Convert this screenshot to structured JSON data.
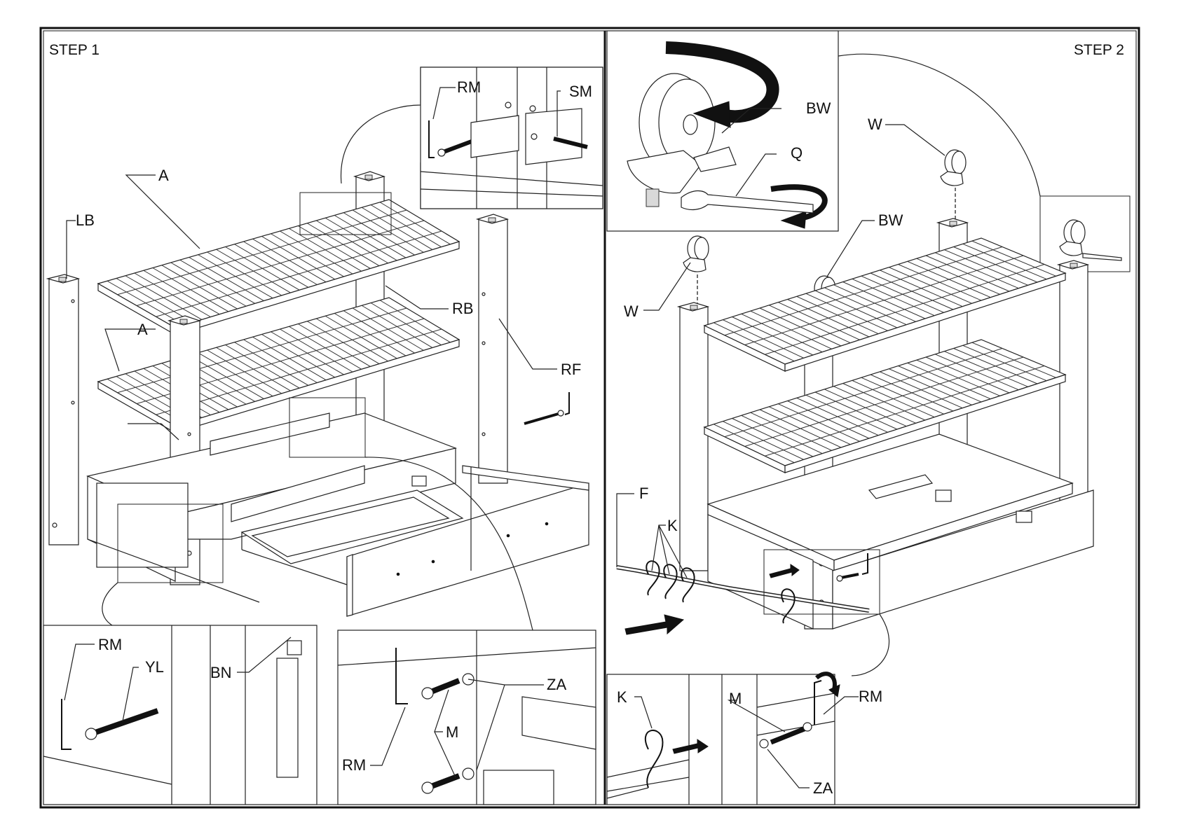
{
  "steps": {
    "step1_title": "STEP 1",
    "step2_title": "STEP 2"
  },
  "step1": {
    "labels": {
      "A_top": "A",
      "A_mid": "A",
      "LB": "LB",
      "RB": "RB",
      "RF": "RF"
    },
    "detail_top": {
      "RM": "RM",
      "SM": "SM"
    },
    "detail_bottom_left": {
      "RM": "RM",
      "YL": "YL",
      "BN": "BN"
    },
    "detail_bottom_right": {
      "ZA": "ZA",
      "M": "M",
      "RM": "RM"
    }
  },
  "step2": {
    "detail_top": {
      "BW": "BW",
      "Q": "Q"
    },
    "labels": {
      "W_top": "W",
      "W_left": "W",
      "BW": "BW",
      "F": "F",
      "K": "K"
    },
    "detail_bottom": {
      "K": "K",
      "M": "M",
      "RM": "RM",
      "ZA": "ZA"
    }
  }
}
